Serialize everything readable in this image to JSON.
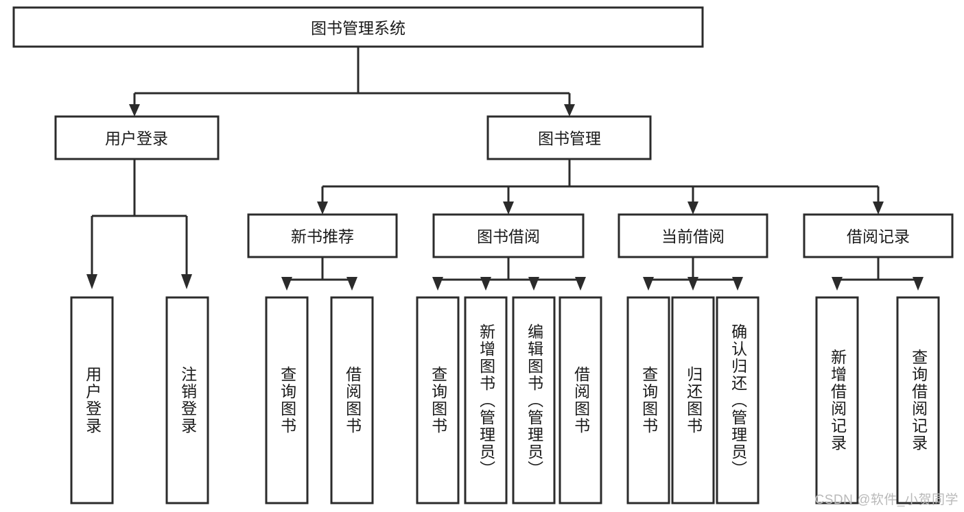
{
  "diagram": {
    "title": "图书管理系统",
    "type": "hierarchy-tree",
    "orientation": "top-down",
    "colors": {
      "stroke": "#2b2b2b",
      "fill": "#ffffff",
      "text": "#1a1a1a",
      "watermark": "#b9b9b9",
      "background": "#ffffff"
    },
    "levels": [
      {
        "level": 1,
        "nodes": [
          {
            "id": "root",
            "label": "图书管理系统",
            "orientation": "horizontal"
          }
        ]
      },
      {
        "level": 2,
        "nodes": [
          {
            "id": "user-login",
            "label": "用户登录",
            "orientation": "horizontal",
            "parent": "root"
          },
          {
            "id": "book-manage",
            "label": "图书管理",
            "orientation": "horizontal",
            "parent": "root"
          }
        ]
      },
      {
        "level": 3,
        "nodes": [
          {
            "id": "new-book-rec",
            "label": "新书推荐",
            "orientation": "horizontal",
            "parent": "book-manage"
          },
          {
            "id": "book-borrow",
            "label": "图书借阅",
            "orientation": "horizontal",
            "parent": "book-manage"
          },
          {
            "id": "current-borrow",
            "label": "当前借阅",
            "orientation": "horizontal",
            "parent": "book-manage"
          },
          {
            "id": "borrow-record",
            "label": "借阅记录",
            "orientation": "horizontal",
            "parent": "book-manage"
          }
        ]
      },
      {
        "level": 4,
        "nodes": [
          {
            "id": "leaf-user-login",
            "label": "用户登录",
            "orientation": "vertical",
            "parent": "user-login"
          },
          {
            "id": "leaf-logout",
            "label": "注销登录",
            "orientation": "vertical",
            "parent": "user-login"
          },
          {
            "id": "leaf-query-book-1",
            "label": "查询图书",
            "orientation": "vertical",
            "parent": "new-book-rec"
          },
          {
            "id": "leaf-borrow-book-1",
            "label": "借阅图书",
            "orientation": "vertical",
            "parent": "new-book-rec"
          },
          {
            "id": "leaf-query-book-2",
            "label": "查询图书",
            "orientation": "vertical",
            "parent": "book-borrow"
          },
          {
            "id": "leaf-add-book",
            "label": "新增图书（管理员）",
            "orientation": "vertical",
            "parent": "book-borrow"
          },
          {
            "id": "leaf-edit-book",
            "label": "编辑图书（管理员）",
            "orientation": "vertical",
            "parent": "book-borrow"
          },
          {
            "id": "leaf-borrow-book-2",
            "label": "借阅图书",
            "orientation": "vertical",
            "parent": "book-borrow"
          },
          {
            "id": "leaf-query-book-3",
            "label": "查询图书",
            "orientation": "vertical",
            "parent": "current-borrow"
          },
          {
            "id": "leaf-return-book",
            "label": "归还图书",
            "orientation": "vertical",
            "parent": "current-borrow"
          },
          {
            "id": "leaf-confirm-return",
            "label": "确认归还（管理员）",
            "orientation": "vertical",
            "parent": "current-borrow"
          },
          {
            "id": "leaf-add-record",
            "label": "新增借阅记录",
            "orientation": "vertical",
            "parent": "borrow-record"
          },
          {
            "id": "leaf-query-record",
            "label": "查询借阅记录",
            "orientation": "vertical",
            "parent": "borrow-record"
          }
        ]
      }
    ],
    "watermark": "CSDN @软件_小贺同学"
  }
}
